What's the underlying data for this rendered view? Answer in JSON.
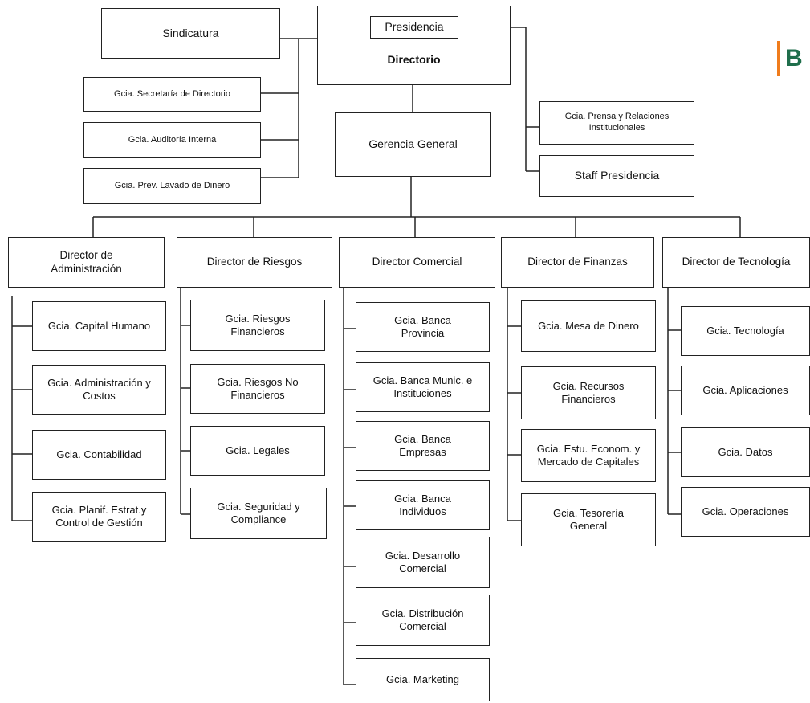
{
  "logo": {
    "text": "B",
    "bar_color": "#f07c1c",
    "text_color": "#1f6e4b"
  },
  "top": {
    "sindicatura": "Sindicatura",
    "presidencia": "Presidencia",
    "directorio": "Directorio",
    "secretaria": "Gcia. Secretaría de Directorio",
    "auditoria": "Gcia. Auditoría Interna",
    "lavado": "Gcia. Prev. Lavado de Dinero",
    "gerencia_general": "Gerencia General",
    "prensa": "Gcia. Prensa y Relaciones\nInstitucionales",
    "staff": "Staff Presidencia"
  },
  "directors": [
    {
      "label": "Director de\nAdministración",
      "units": [
        "Gcia. Capital Humano",
        "Gcia. Administración y\nCostos",
        "Gcia. Contabilidad",
        "Gcia. Planif. Estrat.y\nControl de Gestión"
      ]
    },
    {
      "label": "Director de Riesgos",
      "units": [
        "Gcia. Riesgos\nFinancieros",
        "Gcia. Riesgos No\nFinancieros",
        "Gcia. Legales",
        "Gcia. Seguridad y\nCompliance"
      ]
    },
    {
      "label": "Director Comercial",
      "units": [
        "Gcia. Banca\nProvincia",
        "Gcia. Banca Munic. e\nInstituciones",
        "Gcia. Banca\nEmpresas",
        "Gcia. Banca\nIndividuos",
        "Gcia. Desarrollo\nComercial",
        "Gcia. Distribución\nComercial",
        "Gcia. Marketing"
      ]
    },
    {
      "label": "Director de Finanzas",
      "units": [
        "Gcia. Mesa de Dinero",
        "Gcia. Recursos\nFinancieros",
        "Gcia. Estu. Econom. y\nMercado de Capitales",
        "Gcia. Tesorería\nGeneral"
      ]
    },
    {
      "label": "Director de Tecnología",
      "units": [
        "Gcia. Tecnología",
        "Gcia. Aplicaciones",
        "Gcia. Datos",
        "Gcia. Operaciones"
      ]
    }
  ]
}
